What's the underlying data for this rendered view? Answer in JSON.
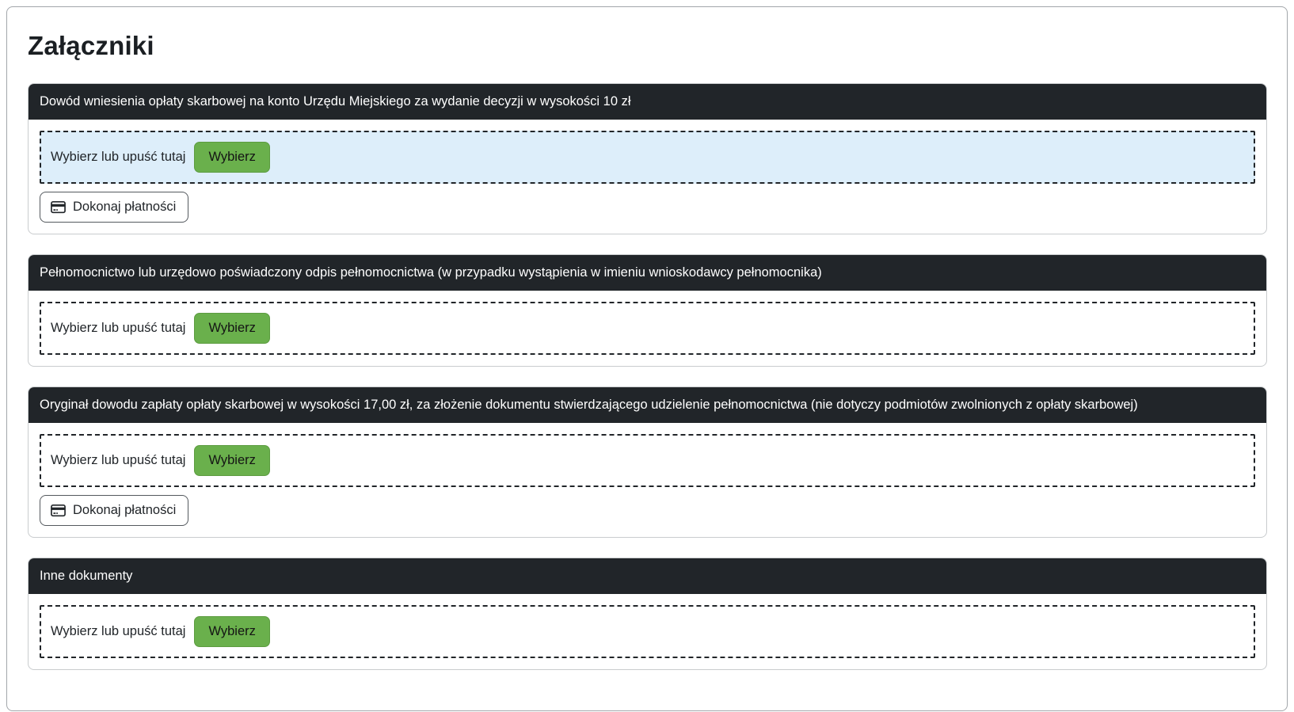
{
  "page": {
    "title": "Załączniki"
  },
  "colors": {
    "section_header_bg": "#212529",
    "section_header_text": "#ffffff",
    "choose_button_green": "#6ab04c",
    "choose_button_border": "#5d9c41",
    "dropzone_highlight_bg": "#ddeefa",
    "dropzone_border": "#212529",
    "page_border": "#a2a6aa"
  },
  "icons": {
    "payment": "credit-card-icon"
  },
  "sections": [
    {
      "title": "Dowód wniesienia opłaty skarbowej na konto Urzędu Miejskiego za wydanie decyzji w wysokości 10 zł",
      "dropzone": {
        "label": "Wybierz lub upuść tutaj",
        "button_label": "Wybierz",
        "highlighted": true
      },
      "payment_button_label": "Dokonaj płatności"
    },
    {
      "title": "Pełnomocnictwo lub urzędowo poświadczony odpis pełnomocnictwa (w przypadku wystąpienia w imieniu wnioskodawcy pełnomocnika)",
      "dropzone": {
        "label": "Wybierz lub upuść tutaj",
        "button_label": "Wybierz",
        "highlighted": false
      }
    },
    {
      "title": "Oryginał dowodu zapłaty opłaty skarbowej w wysokości 17,00 zł, za złożenie dokumentu stwierdzającego udzielenie pełnomocnictwa (nie dotyczy podmiotów zwolnionych z opłaty skarbowej)",
      "dropzone": {
        "label": "Wybierz lub upuść tutaj",
        "button_label": "Wybierz",
        "highlighted": false
      },
      "payment_button_label": "Dokonaj płatności"
    },
    {
      "title": "Inne dokumenty",
      "dropzone": {
        "label": "Wybierz lub upuść tutaj",
        "button_label": "Wybierz",
        "highlighted": false
      }
    }
  ]
}
